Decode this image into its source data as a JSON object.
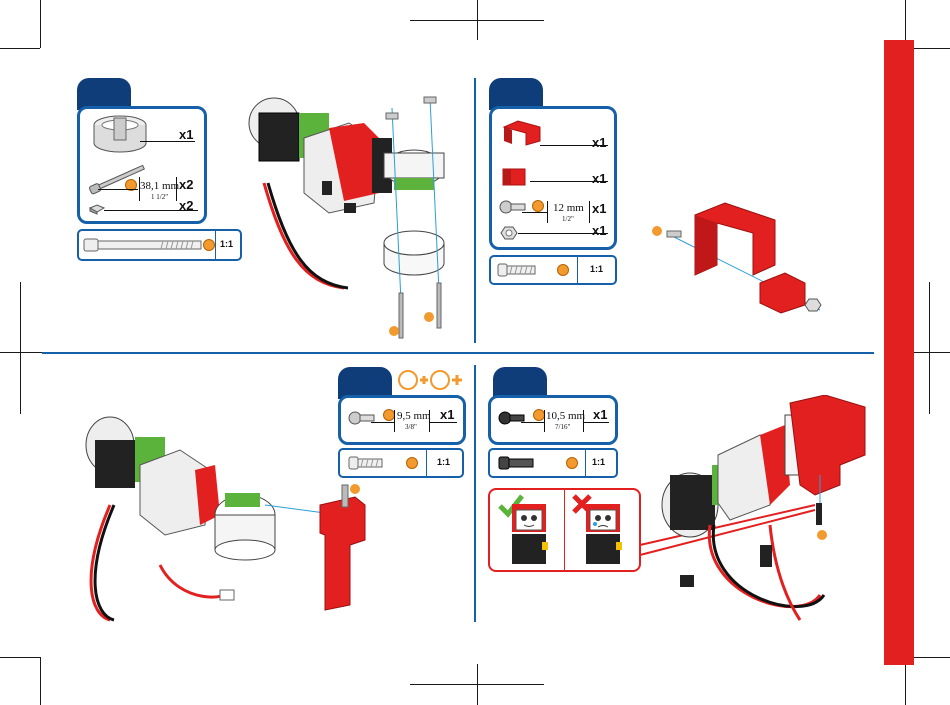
{
  "colors": {
    "accent_blue": "#1560a8",
    "tab_navy": "#0f3d7a",
    "brand_red": "#e32020",
    "part_orange": "#f29a2e"
  },
  "step1": {
    "parts": [
      {
        "icon": "motor-housing-part-icon",
        "qty": "x1"
      },
      {
        "icon": "long-screw-part-icon",
        "dimension": "38,1 mm",
        "fraction": "1 1/2\"",
        "qty": "x2"
      },
      {
        "icon": "square-nut-part-icon",
        "qty": "x2"
      }
    ],
    "scale": "1:1"
  },
  "step2": {
    "parts": [
      {
        "icon": "u-bracket-part-icon",
        "qty": "x1"
      },
      {
        "icon": "small-bracket-part-icon",
        "qty": "x1"
      },
      {
        "icon": "short-screw-part-icon",
        "dimension": "12 mm",
        "fraction": "1/2\"",
        "qty": "x1"
      },
      {
        "icon": "hex-nut-part-icon",
        "qty": "x1"
      }
    ],
    "scale": "1:1"
  },
  "step3": {
    "parts": [
      {
        "icon": "screw-part-icon",
        "dimension": "9,5 mm",
        "fraction": "3/8\"",
        "qty": "x1"
      }
    ],
    "scale": "1:1"
  },
  "step4": {
    "parts": [
      {
        "icon": "black-screw-part-icon",
        "dimension": "10,5 mm",
        "fraction": "7/16\"",
        "qty": "x1"
      }
    ],
    "scale": "1:1"
  }
}
